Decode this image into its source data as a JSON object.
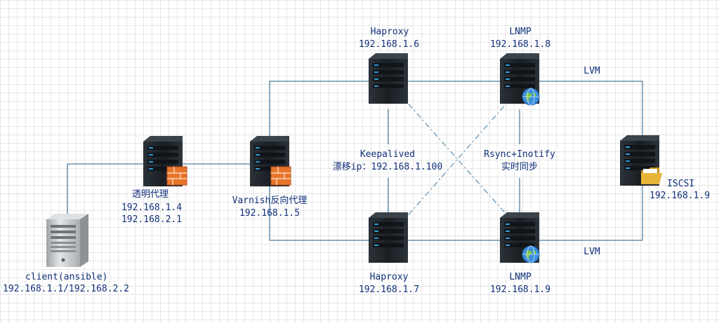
{
  "colors": {
    "link": "#1f5c8a",
    "dashed_link": "#3d7aa6",
    "label_text": "#10307a",
    "server_body": "#1e2327",
    "server_led": "#2f9bd6",
    "firewall": "#e8742a",
    "client_body": "#c9ccd0",
    "folder": "#e8b53a",
    "globe": "#3d8ee0"
  },
  "nodes": {
    "client": {
      "name": "client(ansible)",
      "ip": "192.168.1.1/192.168.2.2",
      "icon": "pc-tower-icon"
    },
    "transparent_proxy": {
      "name": "透明代理",
      "ip1": "192.168.1.4",
      "ip2": "192.168.2.1",
      "icon": "server-firewall-icon"
    },
    "varnish": {
      "name": "Varnish反向代理",
      "ip": "192.168.1.5",
      "icon": "server-firewall-icon"
    },
    "haproxy_top": {
      "name": "Haproxy",
      "ip": "192.168.1.6",
      "icon": "server-icon"
    },
    "haproxy_bottom": {
      "name": "Haproxy",
      "ip": "192.168.1.7",
      "icon": "server-icon"
    },
    "lnmp_top": {
      "name": "LNMP",
      "ip": "192.168.1.8",
      "icon": "server-globe-icon"
    },
    "lnmp_bottom": {
      "name": "LNMP",
      "ip": "192.168.1.9",
      "icon": "server-globe-icon"
    },
    "iscsi": {
      "name": "ISCSI",
      "ip": "192.168.1.9",
      "icon": "server-folder-icon"
    }
  },
  "links": {
    "keepalived": {
      "line1": "Keepalived",
      "line2": "漂移ip：192.168.1.100"
    },
    "rsync": {
      "line1": "Rsync+Inotify",
      "line2": "实时同步"
    },
    "lvm_top": "LVM",
    "lvm_bottom": "LVM"
  }
}
